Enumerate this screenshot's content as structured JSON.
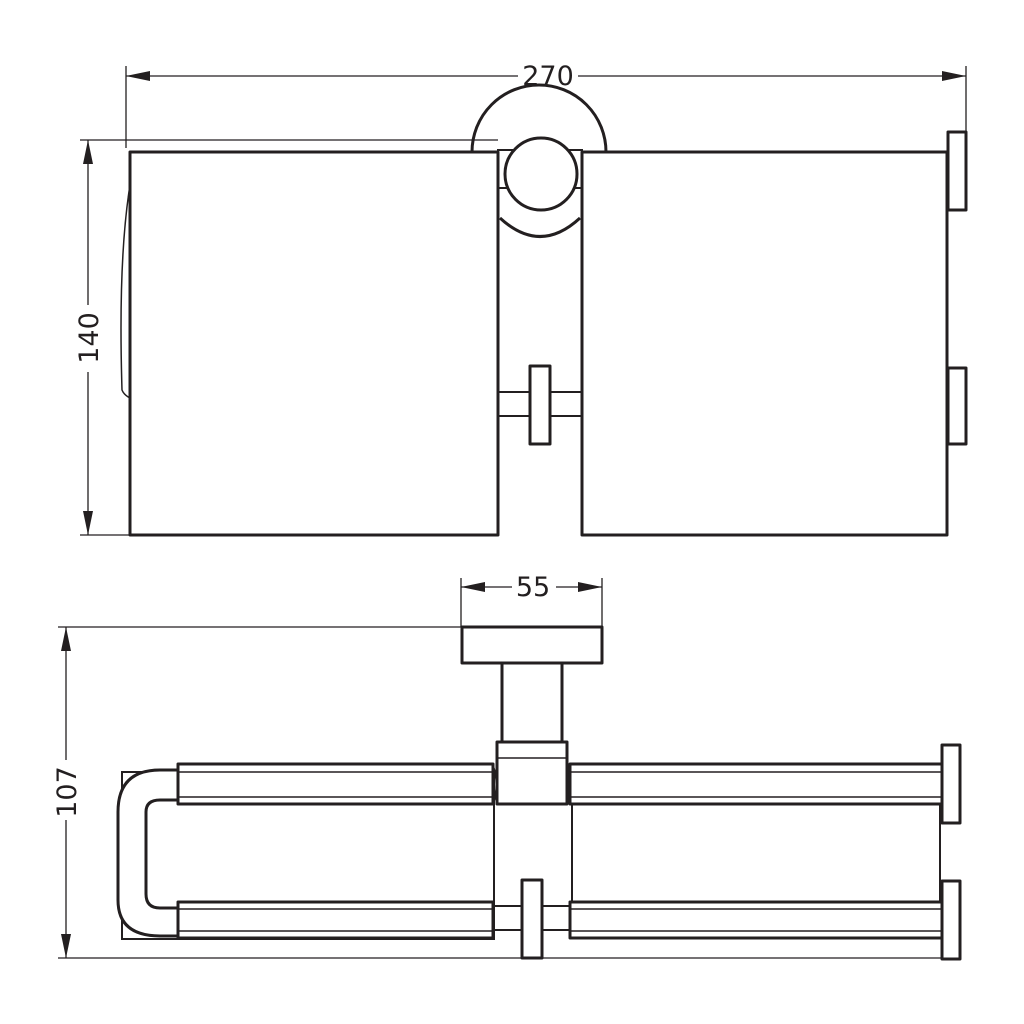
{
  "dimensions": {
    "total_width": "270",
    "height_front": "140",
    "base_width": "55",
    "depth_top": "107"
  },
  "colors": {
    "line": "#231f20",
    "background": "#ffffff"
  }
}
